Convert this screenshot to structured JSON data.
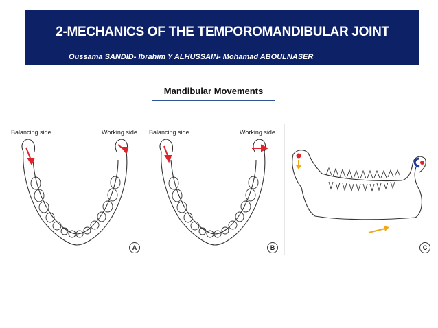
{
  "slide": {
    "title": "2-MECHANICS OF THE TEMPOROMANDIBULAR JOINT",
    "authors": "Oussama SANDID- Ibrahim Y ALHUSSAIN- Mohamad ABOULNASER",
    "subtitle": "Mandibular Movements"
  },
  "figures": [
    {
      "left_label": "Balancing side",
      "right_label": "Working side",
      "panel_letter": "A"
    },
    {
      "left_label": "Balancing side",
      "right_label": "Working side",
      "panel_letter": "B"
    },
    {
      "panel_letter": "C"
    }
  ],
  "colors": {
    "banner_bg": "#0d2167",
    "box_border": "#2f5597",
    "arrow_red": "#e0232b",
    "arrow_yellow": "#f0a818",
    "marker_blue": "#1f3aa0"
  }
}
